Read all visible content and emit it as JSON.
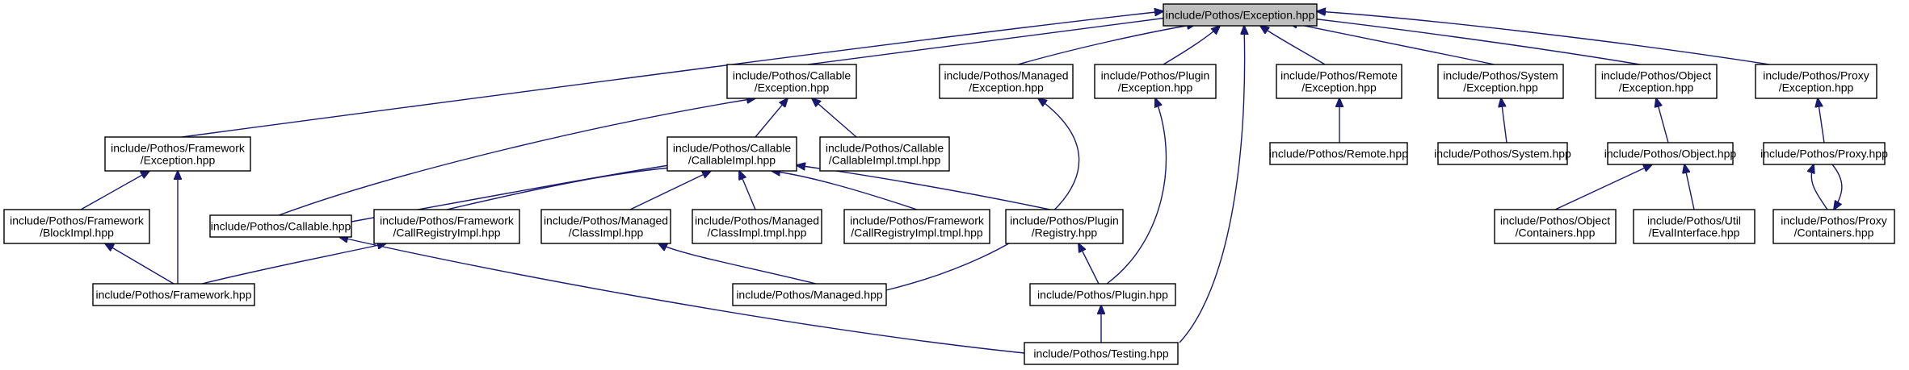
{
  "diagram": {
    "kind": "include-dependency-graph",
    "colors": {
      "edge": "#191970",
      "root_fill": "#bfbfbf",
      "node_fill": "#ffffff",
      "node_border": "#000000"
    },
    "nodes": [
      {
        "id": "exception",
        "lines": [
          "include/Pothos/Exception.hpp"
        ],
        "root": true
      },
      {
        "id": "framework_exception",
        "lines": [
          "include/Pothos/Framework",
          "/Exception.hpp"
        ]
      },
      {
        "id": "callable_exception",
        "lines": [
          "include/Pothos/Callable",
          "/Exception.hpp"
        ]
      },
      {
        "id": "managed_exception",
        "lines": [
          "include/Pothos/Managed",
          "/Exception.hpp"
        ]
      },
      {
        "id": "plugin_exception",
        "lines": [
          "include/Pothos/Plugin",
          "/Exception.hpp"
        ]
      },
      {
        "id": "remote_exception",
        "lines": [
          "include/Pothos/Remote",
          "/Exception.hpp"
        ]
      },
      {
        "id": "system_exception",
        "lines": [
          "include/Pothos/System",
          "/Exception.hpp"
        ]
      },
      {
        "id": "object_exception",
        "lines": [
          "include/Pothos/Object",
          "/Exception.hpp"
        ]
      },
      {
        "id": "proxy_exception",
        "lines": [
          "include/Pothos/Proxy",
          "/Exception.hpp"
        ]
      },
      {
        "id": "callableimpl",
        "lines": [
          "include/Pothos/Callable",
          "/CallableImpl.hpp"
        ]
      },
      {
        "id": "callableimpl_tmpl",
        "lines": [
          "include/Pothos/Callable",
          "/CallableImpl.tmpl.hpp"
        ]
      },
      {
        "id": "remote",
        "lines": [
          "include/Pothos/Remote.hpp"
        ]
      },
      {
        "id": "system",
        "lines": [
          "include/Pothos/System.hpp"
        ]
      },
      {
        "id": "object",
        "lines": [
          "include/Pothos/Object.hpp"
        ]
      },
      {
        "id": "proxy",
        "lines": [
          "include/Pothos/Proxy.hpp"
        ]
      },
      {
        "id": "blockimpl",
        "lines": [
          "include/Pothos/Framework",
          "/BlockImpl.hpp"
        ]
      },
      {
        "id": "callable",
        "lines": [
          "include/Pothos/Callable.hpp"
        ]
      },
      {
        "id": "callregistryimpl",
        "lines": [
          "include/Pothos/Framework",
          "/CallRegistryImpl.hpp"
        ]
      },
      {
        "id": "classimpl",
        "lines": [
          "include/Pothos/Managed",
          "/ClassImpl.hpp"
        ]
      },
      {
        "id": "classimpl_tmpl",
        "lines": [
          "include/Pothos/Managed",
          "/ClassImpl.tmpl.hpp"
        ]
      },
      {
        "id": "callregistryimpl_tmpl",
        "lines": [
          "include/Pothos/Framework",
          "/CallRegistryImpl.tmpl.hpp"
        ]
      },
      {
        "id": "registry",
        "lines": [
          "include/Pothos/Plugin",
          "/Registry.hpp"
        ]
      },
      {
        "id": "object_containers",
        "lines": [
          "include/Pothos/Object",
          "/Containers.hpp"
        ]
      },
      {
        "id": "evalinterface",
        "lines": [
          "include/Pothos/Util",
          "/EvalInterface.hpp"
        ]
      },
      {
        "id": "proxy_containers",
        "lines": [
          "include/Pothos/Proxy",
          "/Containers.hpp"
        ]
      },
      {
        "id": "framework",
        "lines": [
          "include/Pothos/Framework.hpp"
        ]
      },
      {
        "id": "managed",
        "lines": [
          "include/Pothos/Managed.hpp"
        ]
      },
      {
        "id": "plugin",
        "lines": [
          "include/Pothos/Plugin.hpp"
        ]
      },
      {
        "id": "testing",
        "lines": [
          "include/Pothos/Testing.hpp"
        ]
      }
    ],
    "edges": [
      {
        "from": "framework_exception",
        "to": "exception"
      },
      {
        "from": "callable_exception",
        "to": "exception"
      },
      {
        "from": "managed_exception",
        "to": "exception"
      },
      {
        "from": "plugin_exception",
        "to": "exception"
      },
      {
        "from": "testing",
        "to": "exception"
      },
      {
        "from": "remote_exception",
        "to": "exception"
      },
      {
        "from": "system_exception",
        "to": "exception"
      },
      {
        "from": "object_exception",
        "to": "exception"
      },
      {
        "from": "proxy_exception",
        "to": "exception"
      },
      {
        "from": "blockimpl",
        "to": "framework_exception"
      },
      {
        "from": "framework",
        "to": "framework_exception"
      },
      {
        "from": "callable",
        "to": "callable_exception"
      },
      {
        "from": "callableimpl",
        "to": "callable_exception"
      },
      {
        "from": "callableimpl_tmpl",
        "to": "callable_exception"
      },
      {
        "from": "managed",
        "to": "managed_exception"
      },
      {
        "from": "plugin",
        "to": "plugin_exception"
      },
      {
        "from": "remote",
        "to": "remote_exception"
      },
      {
        "from": "system",
        "to": "system_exception"
      },
      {
        "from": "object",
        "to": "object_exception"
      },
      {
        "from": "proxy",
        "to": "proxy_exception"
      },
      {
        "from": "callable",
        "to": "callableimpl"
      },
      {
        "from": "callregistryimpl",
        "to": "callableimpl"
      },
      {
        "from": "classimpl",
        "to": "callableimpl"
      },
      {
        "from": "classimpl_tmpl",
        "to": "callableimpl"
      },
      {
        "from": "callregistryimpl_tmpl",
        "to": "callableimpl"
      },
      {
        "from": "registry",
        "to": "callableimpl"
      },
      {
        "from": "object_containers",
        "to": "object"
      },
      {
        "from": "evalinterface",
        "to": "object"
      },
      {
        "from": "proxy_containers",
        "to": "proxy"
      },
      {
        "from": "proxy",
        "to": "proxy_containers"
      },
      {
        "from": "framework",
        "to": "blockimpl"
      },
      {
        "from": "testing",
        "to": "callable"
      },
      {
        "from": "framework",
        "to": "callregistryimpl"
      },
      {
        "from": "managed",
        "to": "classimpl"
      },
      {
        "from": "plugin",
        "to": "registry"
      },
      {
        "from": "testing",
        "to": "plugin"
      }
    ]
  }
}
